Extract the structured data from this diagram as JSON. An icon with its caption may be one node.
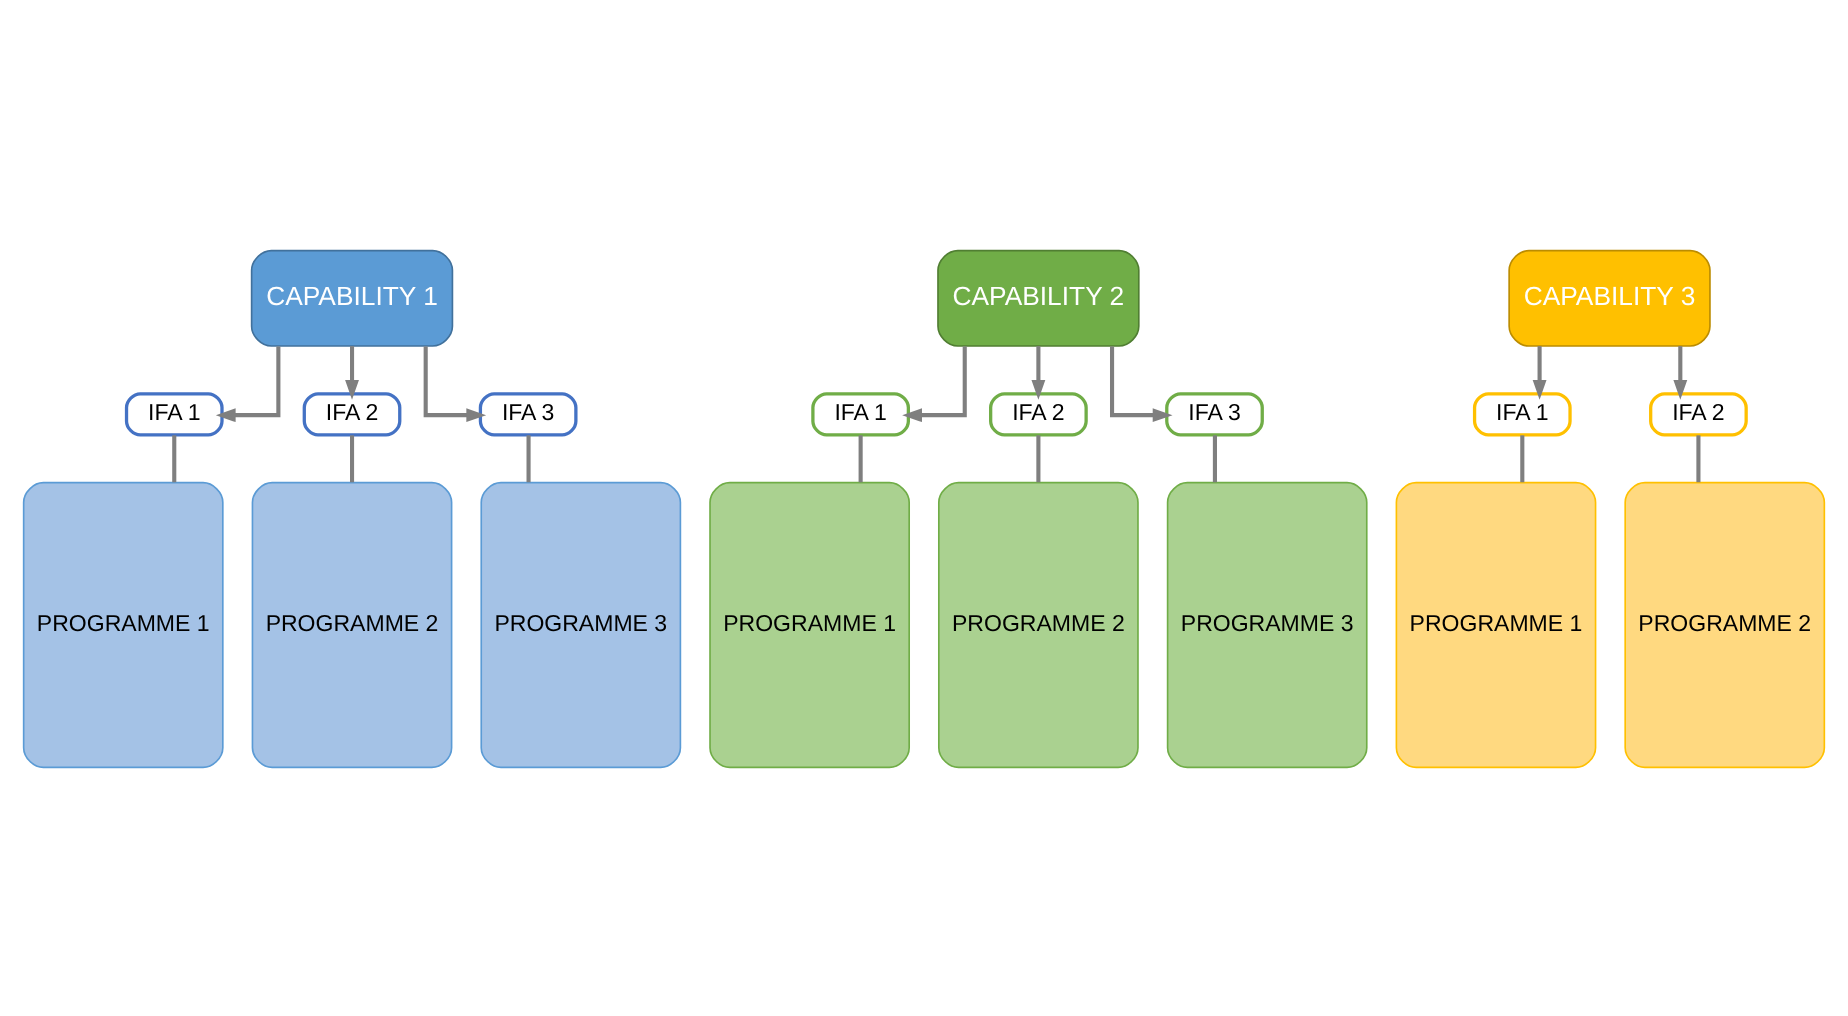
{
  "diagram": {
    "nodes": [
      {
        "text": [
          "CAPABILITY 1"
        ]
      },
      {
        "text": [
          "CAPABILITY 2"
        ]
      },
      {
        "text": [
          "CAPABILITY 3"
        ]
      },
      {
        "text": [
          "IFA 1"
        ]
      },
      {
        "text": [
          "IFA 2"
        ]
      },
      {
        "text": [
          "IFA 3"
        ]
      },
      {
        "text": [
          "IFA 1"
        ]
      },
      {
        "text": [
          "IFA 2"
        ]
      },
      {
        "text": [
          "IFA 3"
        ]
      },
      {
        "text": [
          "IFA 1"
        ]
      },
      {
        "text": [
          "IFA 2"
        ]
      },
      {
        "text": [
          "PROGRAMME 1"
        ]
      },
      {
        "text": [
          "PROGRAMME 2"
        ]
      },
      {
        "text": [
          "PROGRAMME 3"
        ]
      },
      {
        "text": [
          "PROGRAMME 1"
        ]
      },
      {
        "text": [
          "PROGRAMME 2"
        ]
      },
      {
        "text": [
          "PROGRAMME 3"
        ]
      },
      {
        "text": [
          "PROGRAMME 1"
        ]
      },
      {
        "text": [
          "PROGRAMME 2"
        ]
      }
    ],
    "edges": [
      {
        "from": 0,
        "to": 3,
        "arrow": "to"
      },
      {
        "from": 0,
        "to": 4,
        "arrow": "to"
      },
      {
        "from": 0,
        "to": 5,
        "arrow": "to"
      },
      {
        "from": 1,
        "to": 6,
        "arrow": "to"
      },
      {
        "from": 1,
        "to": 7,
        "arrow": "to"
      },
      {
        "from": 1,
        "to": 8,
        "arrow": "to"
      },
      {
        "from": 2,
        "to": 9,
        "arrow": "to"
      },
      {
        "from": 2,
        "to": 10,
        "arrow": "to"
      },
      {
        "from": 3,
        "to": 11,
        "arrow": "none"
      },
      {
        "from": 4,
        "to": 12,
        "arrow": "none"
      },
      {
        "from": 5,
        "to": 13,
        "arrow": "none"
      },
      {
        "from": 6,
        "to": 14,
        "arrow": "none"
      },
      {
        "from": 7,
        "to": 15,
        "arrow": "none"
      },
      {
        "from": 8,
        "to": 16,
        "arrow": "none"
      },
      {
        "from": 9,
        "to": 17,
        "arrow": "none"
      },
      {
        "from": 10,
        "to": 18,
        "arrow": "none"
      }
    ]
  }
}
